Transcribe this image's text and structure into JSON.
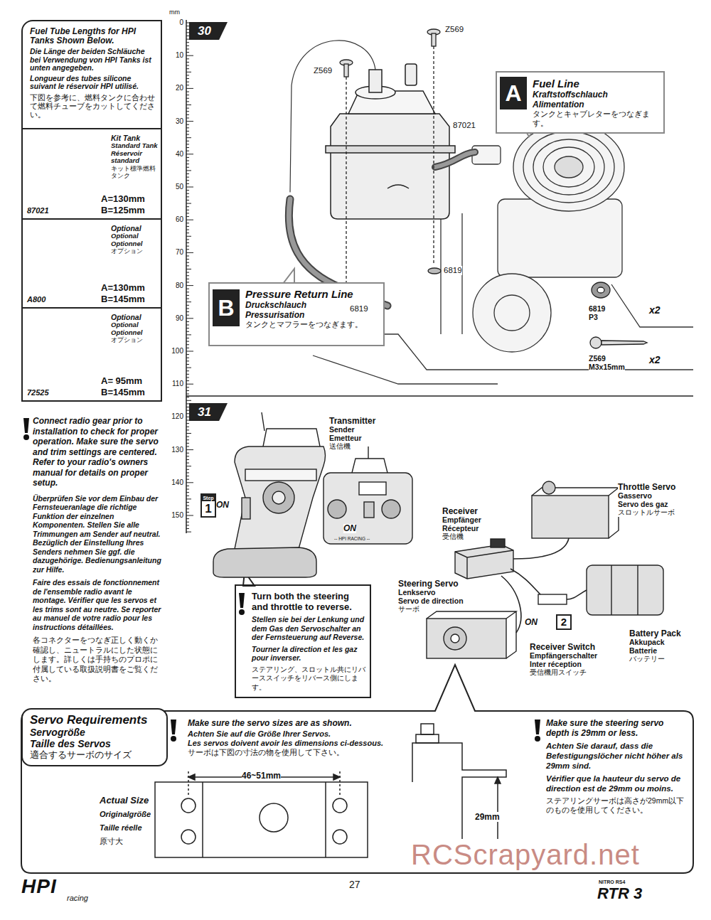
{
  "diagram": {
    "nodes": [
      {
        "text": [
          "Fuel Tube Lengths for HPI Tanks Shown Below.",
          "Die Länge der beiden Schläuche bei Verwendung von HPI Tanks ist unten angegeben.",
          "Longueur des tubes silicone suivant le réservoir HPI utilisé.",
          "下図を参考に、燃料タンクに合わせて燃料チューブをカットしてください。"
        ]
      },
      {
        "text": [
          "Kit Tank",
          "Standard Tank",
          "Réservoir standard",
          "キット標準燃料タンク",
          "A=130mm",
          "B=125mm",
          "87021"
        ],
        "in": 0
      },
      {
        "text": [
          "Optional",
          "Optional",
          "Optionnel",
          "オプション",
          "A=130mm",
          "B=145mm",
          "A800"
        ],
        "in": 0
      },
      {
        "text": [
          "Optional",
          "Optional",
          "Optionnel",
          "オプション",
          "A= 95mm",
          "B=145mm",
          "72525"
        ],
        "in": 0
      },
      {
        "text": [
          "30"
        ]
      },
      {
        "text": [
          "Fuel Line",
          "Kraftstoffschlauch",
          "Alimentation",
          "タンクとキャブレターをつなぎます。"
        ]
      },
      {
        "text": [
          "A"
        ],
        "in": 5
      },
      {
        "text": [
          "Pressure Return Line",
          "Druckschlauch",
          "Pressurisation",
          "タンクとマフラーをつなぎます。"
        ]
      },
      {
        "text": [
          "B"
        ],
        "in": 7
      },
      {
        "text": [
          "31"
        ]
      },
      {
        "text": [
          "Step",
          "1"
        ]
      },
      {
        "text": [
          "2"
        ]
      },
      {
        "text": [
          "Turn both the steering and throttle to reverse.",
          "Stellen sie bei der Lenkung und dem Gas den Servoschalter an der Fernsteuerung auf Reverse.",
          "Tourner la direction et les gaz pour inverser.",
          "ステアリング、スロットル共にリバーススイッチをリバース側にします。"
        ]
      },
      {
        "text": [
          "Servo Requirements",
          "Servogröße",
          "Taille des Servos",
          "適合するサーボのサイズ"
        ]
      }
    ],
    "labels": [
      "mm",
      "0",
      "10",
      "20",
      "30",
      "40",
      "50",
      "60",
      "70",
      "80",
      "90",
      "100",
      "110",
      "120",
      "130",
      "140",
      "150",
      "Z569",
      "Z569",
      "87021",
      "6819",
      "6819",
      "6819",
      "P3",
      "x2",
      "Z569",
      "M3x15mm",
      "x2",
      "Transmitter",
      "Sender",
      "Emetteur",
      "送信機",
      "ON",
      "ON",
      "-- HPI RACING --",
      "Receiver",
      "Empfänger",
      "Récepteur",
      "受信機",
      "Throttle Servo",
      "Gasservo",
      "Servo des gaz",
      "スロットルサーボ",
      "Steering Servo",
      "Lenkservo",
      "Servo de direction",
      "サーボ",
      "ON",
      "Receiver Switch",
      "Empfängerschalter",
      "Inter réception",
      "受信機用スイッチ",
      "Battery Pack",
      "Akkupack",
      "Batterie",
      "バッテリー",
      "Connect radio gear prior to installation to check for proper operation. Make sure the servo and trim settings are centered. Refer to your radio's owners manual for details on proper setup.",
      "Überprüfen Sie vor dem Einbau der Fernsteueranlage die richtige Funktion der einzelnen Komponenten. Stellen Sie alle Trimmungen am Sender auf neutral. Bezüglich der Einstellung Ihres Senders nehmen Sie ggf. die dazugehörige. Bedienungsanleitung zur Hilfe.",
      "Faire des essais de fonctionnement de l'ensemble radio avant le montage. Vérifier que les servos et les trims sont au neutre. Se reporter au manuel de votre radio pour les instructions détaillées.",
      "各コネクターをつなぎ正しく動くか確認し、ニュートラルにした状態にします。詳しくは手持ちのプロポに付属している取扱説明書をご覧ください。",
      "Make sure the servo sizes are as shown.",
      "Achten Sie auf die Größe Ihrer Servos.",
      "Les servos doivent avoir les dimensions ci-dessous.",
      "サーボは下図の寸法の物を使用して下さい。",
      "46~51mm",
      "Actual Size",
      "Originalgröße",
      "Taille réelle",
      "原寸大",
      "29mm",
      "Make sure the steering servo depth is 29mm or less.",
      "Achten Sie darauf, dass die Befestigungslöcher nicht höher als 29mm sind.",
      "Vérifier que la hauteur du servo de direction est de 29mm ou moins.",
      "ステアリングサーボは高さが29mm以下のものを使用してください。",
      "27",
      "HPI",
      "racing",
      "NITRO RS4",
      "RTR 3",
      "RCScrapyard.net"
    ]
  }
}
